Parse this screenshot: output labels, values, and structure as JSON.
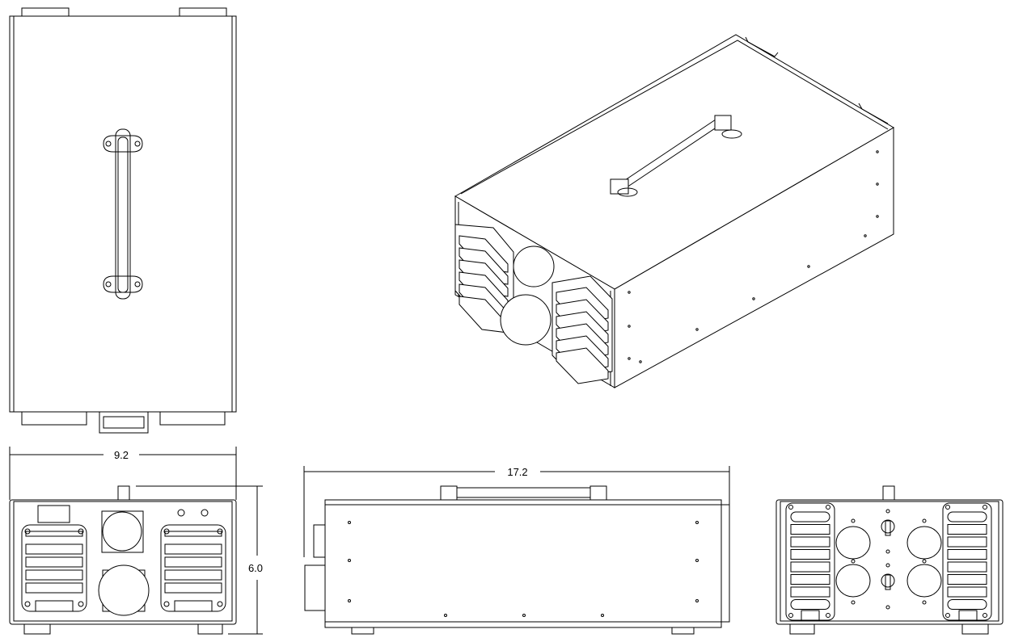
{
  "drawing": {
    "views": [
      "top",
      "isometric",
      "front",
      "side",
      "rear"
    ],
    "line_color": "#000000",
    "background": "#ffffff"
  },
  "dimensions": {
    "width": "9.2",
    "length": "17.2",
    "height": "6.0"
  }
}
